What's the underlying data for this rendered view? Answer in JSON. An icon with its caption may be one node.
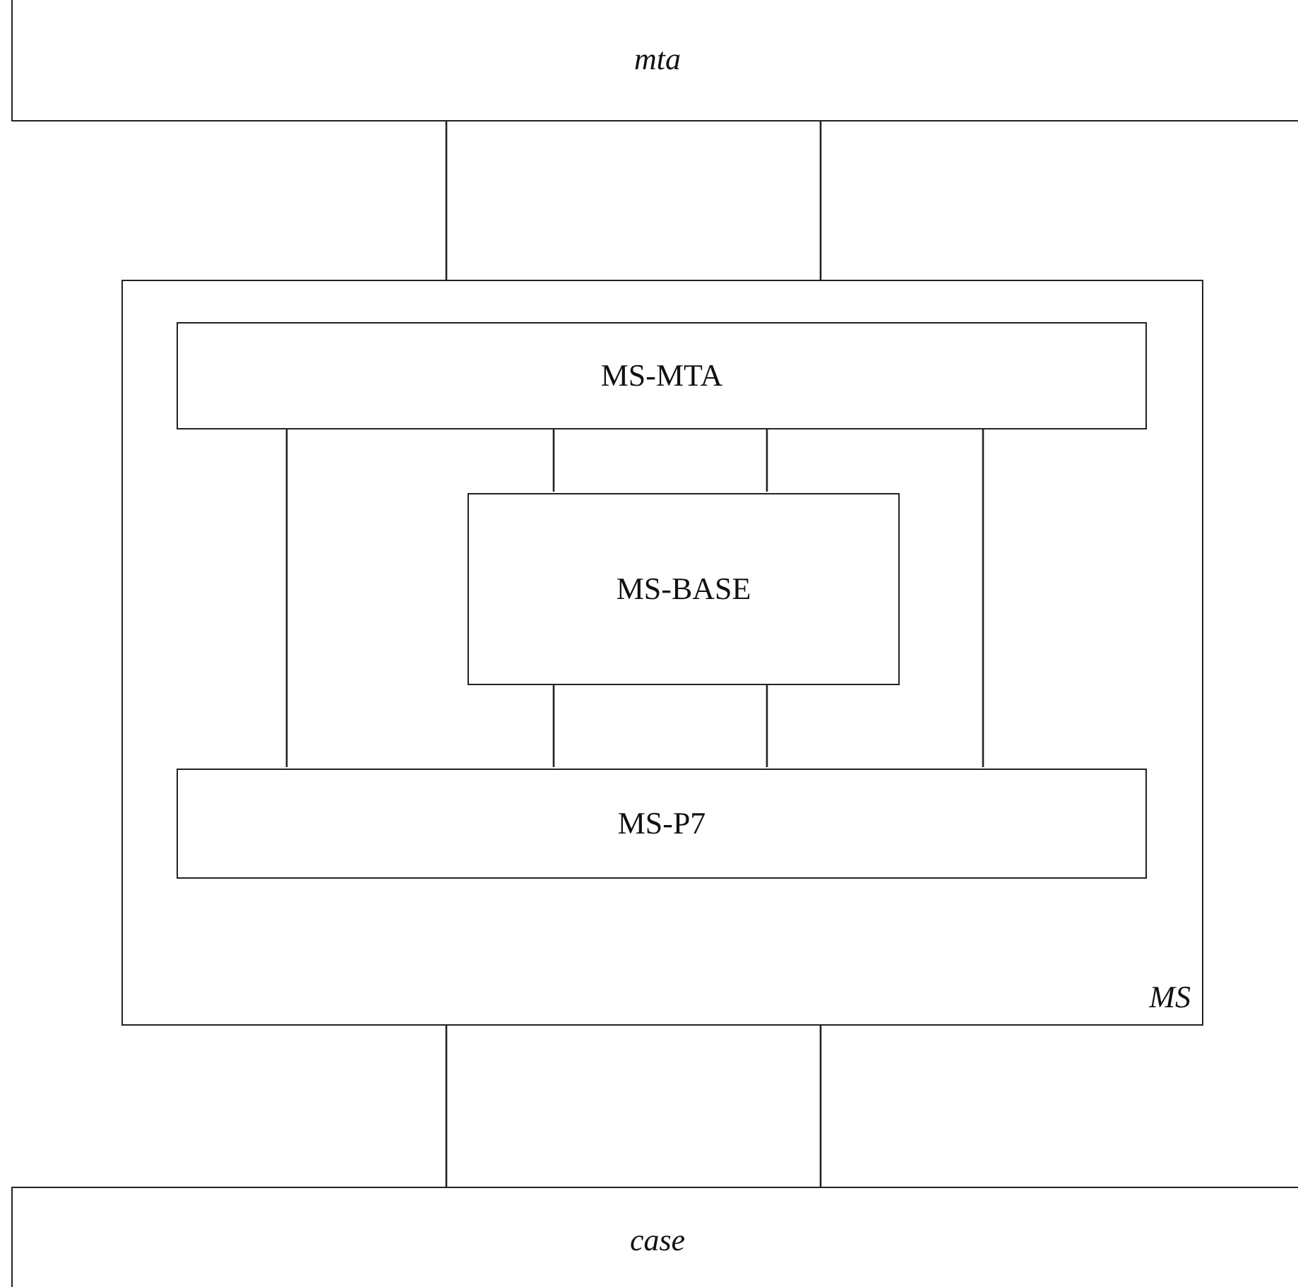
{
  "diagram": {
    "nodes": [
      {
        "text": [
          "mta"
        ]
      },
      {
        "text": [
          "MS"
        ]
      },
      {
        "text": [
          "MS-MTA"
        ],
        "in": 1
      },
      {
        "text": [
          "MS-BASE"
        ],
        "in": 1
      },
      {
        "text": [
          "MS-P7"
        ],
        "in": 1
      },
      {
        "text": [
          "case"
        ]
      }
    ],
    "edges": [
      {
        "from": 0,
        "to": 1,
        "arrow": "none"
      },
      {
        "from": 0,
        "to": 1,
        "arrow": "none"
      },
      {
        "from": 2,
        "to": 4,
        "arrow": "none"
      },
      {
        "from": 2,
        "to": 3,
        "arrow": "none"
      },
      {
        "from": 2,
        "to": 3,
        "arrow": "none"
      },
      {
        "from": 2,
        "to": 4,
        "arrow": "none"
      },
      {
        "from": 3,
        "to": 4,
        "arrow": "none"
      },
      {
        "from": 3,
        "to": 4,
        "arrow": "none"
      },
      {
        "from": 1,
        "to": 5,
        "arrow": "none"
      },
      {
        "from": 1,
        "to": 5,
        "arrow": "none"
      }
    ]
  }
}
